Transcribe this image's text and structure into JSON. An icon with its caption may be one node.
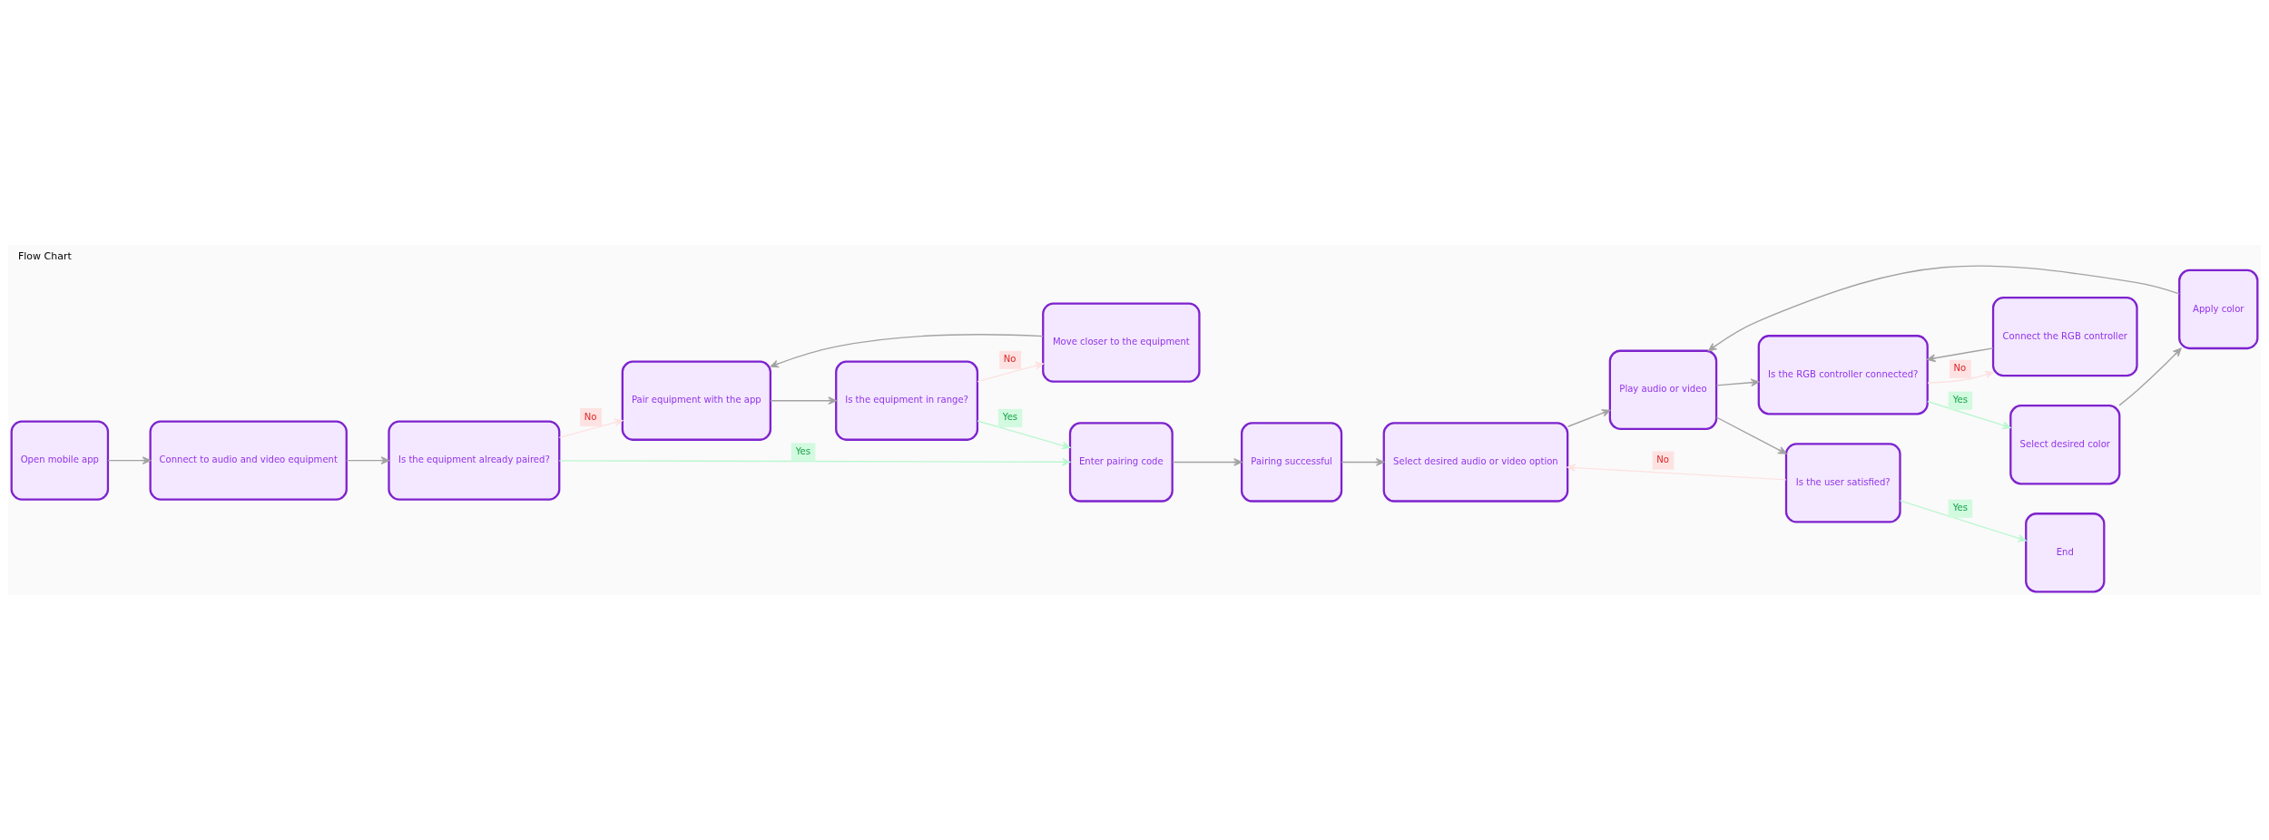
{
  "diagram": {
    "title": "Flow Chart",
    "nodes": [
      {
        "text": [
          "Open mobile app"
        ]
      },
      {
        "text": [
          "Connect to audio and video equipment"
        ]
      },
      {
        "text": [
          "Is the equipment already paired?"
        ]
      },
      {
        "text": [
          "Pair equipment with the app"
        ]
      },
      {
        "text": [
          "Is the equipment in range?"
        ]
      },
      {
        "text": [
          "Enter pairing code"
        ]
      },
      {
        "text": [
          "Move closer to the equipment"
        ]
      },
      {
        "text": [
          "Pairing successful"
        ]
      },
      {
        "text": [
          "Select desired audio or video option"
        ]
      },
      {
        "text": [
          "Play audio or video"
        ]
      },
      {
        "text": [
          "Is the RGB controller connected?"
        ]
      },
      {
        "text": [
          "Select desired color"
        ]
      },
      {
        "text": [
          "Connect the RGB controller"
        ]
      },
      {
        "text": [
          "Apply color"
        ]
      },
      {
        "text": [
          "Is the user satisfied?"
        ]
      },
      {
        "text": [
          "End"
        ]
      }
    ],
    "edges": [
      {
        "from": 0,
        "to": 1,
        "arrow": "to"
      },
      {
        "from": 1,
        "to": 2,
        "arrow": "to"
      },
      {
        "from": 2,
        "to": 3,
        "arrow": "to",
        "label": "No",
        "color": "#fee2e2"
      },
      {
        "from": 2,
        "to": 5,
        "arrow": "to",
        "label": "Yes",
        "color": "#bbf7d0"
      },
      {
        "from": 3,
        "to": 4,
        "arrow": "to"
      },
      {
        "from": 4,
        "to": 5,
        "arrow": "to",
        "label": "Yes",
        "color": "#bbf7d0"
      },
      {
        "from": 4,
        "to": 6,
        "arrow": "to",
        "label": "No",
        "color": "#fee2e2"
      },
      {
        "from": 6,
        "to": 3,
        "arrow": "to"
      },
      {
        "from": 5,
        "to": 7,
        "arrow": "to"
      },
      {
        "from": 7,
        "to": 8,
        "arrow": "to"
      },
      {
        "from": 8,
        "to": 9,
        "arrow": "to"
      },
      {
        "from": 9,
        "to": 10,
        "arrow": "to"
      },
      {
        "from": 9,
        "to": 14,
        "arrow": "to"
      },
      {
        "from": 10,
        "to": 11,
        "arrow": "to",
        "label": "Yes",
        "color": "#bbf7d0"
      },
      {
        "from": 10,
        "to": 12,
        "arrow": "to",
        "label": "No",
        "color": "#fee2e2"
      },
      {
        "from": 12,
        "to": 10,
        "arrow": "to"
      },
      {
        "from": 11,
        "to": 13,
        "arrow": "to"
      },
      {
        "from": 13,
        "to": 9,
        "arrow": "to"
      },
      {
        "from": 14,
        "to": 15,
        "arrow": "to",
        "label": "Yes",
        "color": "#bbf7d0"
      },
      {
        "from": 14,
        "to": 8,
        "arrow": "to",
        "label": "No",
        "color": "#fee2e2"
      }
    ]
  }
}
